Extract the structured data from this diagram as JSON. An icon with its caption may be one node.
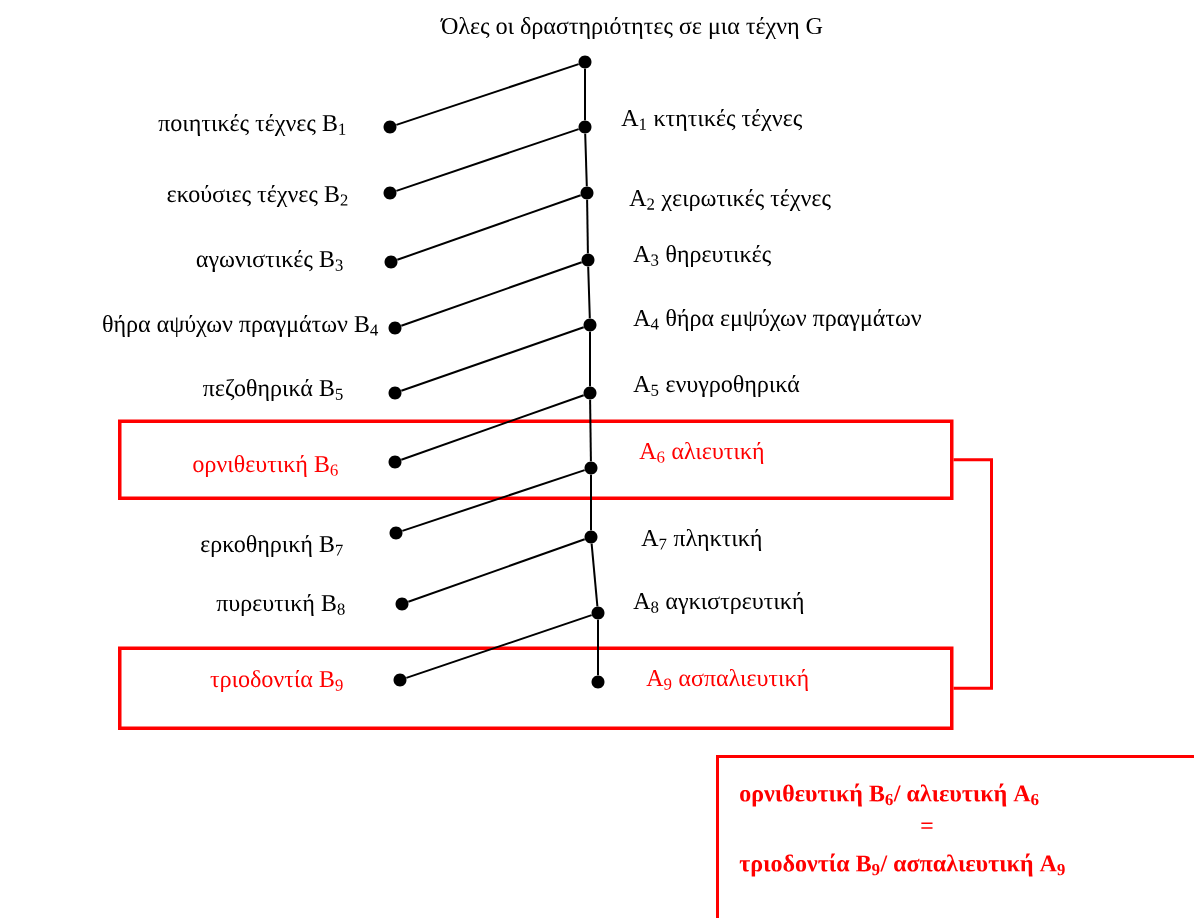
{
  "diagram": {
    "nodes": [
      {
        "text": [],
        "shape": "circle",
        "beside": [
          "Όλες οι δραστηριότητες σε μια τέχνη G"
        ]
      },
      {
        "text": [],
        "shape": "circle",
        "beside": [
          "ποιητικές τέχνες B$_{1}$"
        ]
      },
      {
        "text": [],
        "shape": "circle",
        "beside": [
          "A$_{1}$ κτητικές τέχνες"
        ]
      },
      {
        "text": [],
        "shape": "circle",
        "beside": [
          "εκούσιες τέχνες B$_{2}$"
        ]
      },
      {
        "text": [],
        "shape": "circle",
        "beside": [
          "A$_{2}$ χειρωτικές τέχνες"
        ]
      },
      {
        "text": [],
        "shape": "circle",
        "beside": [
          "αγωνιστικές B$_{3}$"
        ]
      },
      {
        "text": [],
        "shape": "circle",
        "beside": [
          "A$_{3}$ θηρευτικές"
        ]
      },
      {
        "text": [],
        "shape": "circle",
        "beside": [
          "θήρα αψύχων πραγμάτων B$_{4}$"
        ]
      },
      {
        "text": [],
        "shape": "circle",
        "beside": [
          "A$_{4}$ θήρα εμψύχων πραγμάτων"
        ]
      },
      {
        "text": [],
        "shape": "circle",
        "beside": [
          "πεζοθηρικά B$_{5}$"
        ]
      },
      {
        "text": [],
        "shape": "circle",
        "beside": [
          "A$_{5}$ ενυγροθηρικά"
        ]
      },
      {
        "text": [],
        "shape": "box"
      },
      {
        "text": [],
        "shape": "circle",
        "beside": [
          "ορνιθευτική B$_{6}$"
        ],
        "in": 11
      },
      {
        "text": [],
        "shape": "circle",
        "beside": [
          "A$_{6}$ αλιευτική"
        ],
        "in": 11
      },
      {
        "text": [],
        "shape": "circle",
        "beside": [
          "ερκοθηρική B$_{7}$"
        ]
      },
      {
        "text": [],
        "shape": "circle",
        "beside": [
          "A$_{7}$ πληκτική"
        ]
      },
      {
        "text": [],
        "shape": "circle",
        "beside": [
          "πυρευτική B$_{8}$"
        ]
      },
      {
        "text": [],
        "shape": "circle",
        "beside": [
          "A$_{8}$ αγκιστρευτική"
        ]
      },
      {
        "text": [],
        "shape": "box"
      },
      {
        "text": [],
        "shape": "circle",
        "beside": [
          "τριοδοντία B$_{9}$"
        ],
        "in": 18
      },
      {
        "text": [],
        "shape": "circle",
        "beside": [
          "A$_{9}$ ασπαλιευτική"
        ],
        "in": 18
      },
      {
        "text": [
          "ορνιθευτική B$_{6}$/ αλιευτική A$_{6}$",
          "=",
          "τριοδοντία B$_{9}$/ ασπαλιευτική A$_{9}$"
        ]
      }
    ],
    "edges": [
      {
        "from": 0,
        "to": 2,
        "arrow": "none"
      },
      {
        "from": 2,
        "to": 4,
        "arrow": "none"
      },
      {
        "from": 4,
        "to": 6,
        "arrow": "none"
      },
      {
        "from": 6,
        "to": 8,
        "arrow": "none"
      },
      {
        "from": 8,
        "to": 10,
        "arrow": "none"
      },
      {
        "from": 10,
        "to": 13,
        "arrow": "none"
      },
      {
        "from": 13,
        "to": 15,
        "arrow": "none"
      },
      {
        "from": 15,
        "to": 17,
        "arrow": "none"
      },
      {
        "from": 17,
        "to": 20,
        "arrow": "none"
      },
      {
        "from": 0,
        "to": 1,
        "arrow": "none"
      },
      {
        "from": 2,
        "to": 3,
        "arrow": "none"
      },
      {
        "from": 4,
        "to": 5,
        "arrow": "none"
      },
      {
        "from": 6,
        "to": 7,
        "arrow": "none"
      },
      {
        "from": 8,
        "to": 9,
        "arrow": "none"
      },
      {
        "from": 10,
        "to": 12,
        "arrow": "none"
      },
      {
        "from": 13,
        "to": 14,
        "arrow": "none"
      },
      {
        "from": 15,
        "to": 16,
        "arrow": "none"
      },
      {
        "from": 17,
        "to": 19,
        "arrow": "none"
      },
      {
        "from": 11,
        "to": 18,
        "arrow": "none",
        "color": "#ff0000"
      }
    ]
  }
}
